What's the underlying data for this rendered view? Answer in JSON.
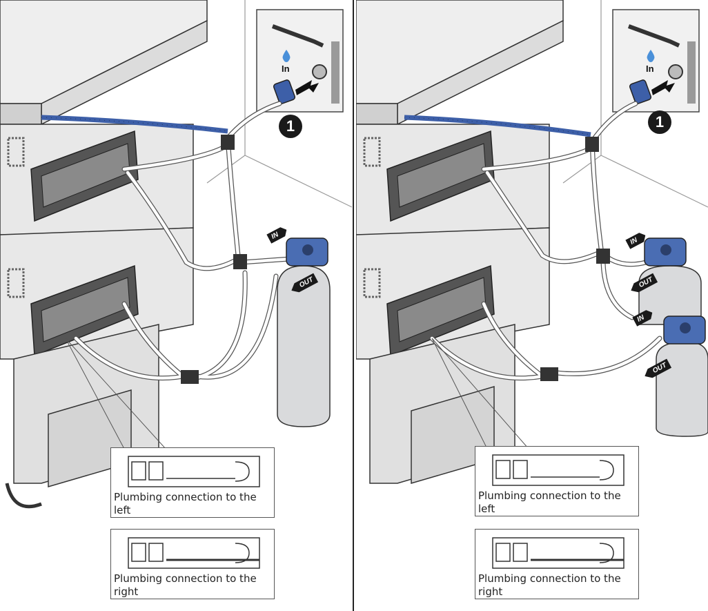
{
  "panels": [
    {
      "id": "single-filter",
      "step_number": "1",
      "water_in_label": "In",
      "filters": [
        {
          "in_label": "IN",
          "out_label": "OUT"
        }
      ],
      "insets": [
        {
          "caption": "Plumbing   connection to the left"
        },
        {
          "caption": "Plumbing   connection to the right"
        }
      ]
    },
    {
      "id": "double-filter",
      "step_number": "1",
      "water_in_label": "In",
      "filters": [
        {
          "in_label": "IN",
          "out_label": "OUT"
        },
        {
          "in_label": "IN",
          "out_label": "OUT"
        }
      ],
      "insets": [
        {
          "caption": "Plumbing   connection to the left"
        },
        {
          "caption": "Plumbing   connection to the right"
        }
      ]
    }
  ],
  "colors": {
    "hose_blue": "#3d5fa8",
    "appliance_grey": "#e6e6e6",
    "outline": "#333333",
    "filter_grey": "#d9dadc",
    "filter_head_blue": "#4a6db3"
  },
  "icons": [
    "water-drop-icon",
    "arrow-right-icon",
    "ball-valve-icon"
  ]
}
